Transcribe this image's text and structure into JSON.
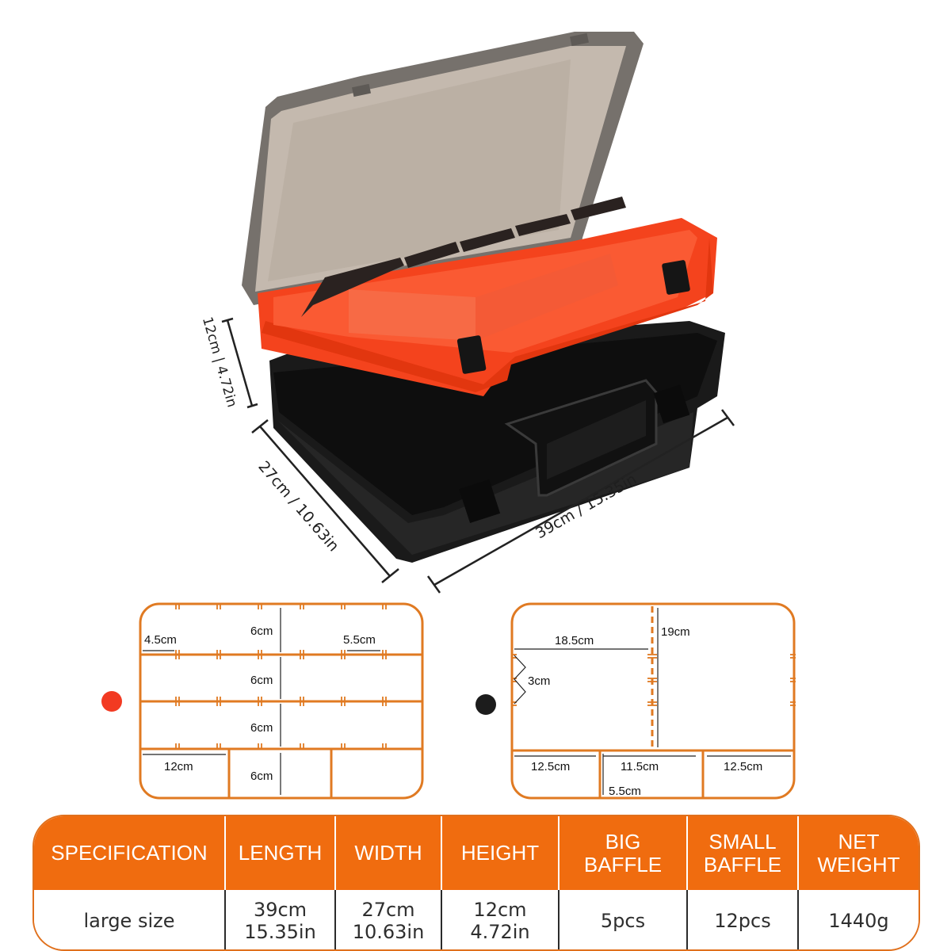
{
  "product_photo": {
    "description": "open double-layer tackle box: smoky clear lid, orange top tray with black dividers, black bottom case with handle",
    "colors": {
      "tray": "#f4431d",
      "base": "#1b1b1b",
      "lid": "#b7aca2",
      "lid_frame": "#6f6b67"
    },
    "dimensions": {
      "height": "12cm | 4.72in",
      "width": "27cm / 10.63in",
      "length": "39cm / 15.35in"
    }
  },
  "diagrams": {
    "top_tray": {
      "indicator_color": "#f23a22",
      "border_color": "#e07a22",
      "labels": {
        "row1_height": "6cm",
        "row2_height": "6cm",
        "row3_height": "6cm",
        "row4_height": "6cm",
        "left_slot_width": "4.5cm",
        "right_slot_width": "5.5cm",
        "bottom_left_width": "12cm"
      }
    },
    "bottom_case": {
      "indicator_color": "#1c1c1c",
      "border_color": "#e07a22",
      "labels": {
        "left_width": "18.5cm",
        "divider_height": "19cm",
        "slot_spacing": "3cm",
        "bottom_left_width": "12.5cm",
        "bottom_mid_width": "11.5cm",
        "bottom_right_width": "12.5cm",
        "bottom_height": "5.5cm"
      }
    }
  },
  "spec_table": {
    "header_color": "#f06c0f",
    "headers": [
      "SPECIFICATION",
      "LENGTH",
      "WIDTH",
      "HEIGHT",
      "BIG\nBAFFLE",
      "SMALL\nBAFFLE",
      "NET\nWEIGHT"
    ],
    "rows": [
      [
        "large size",
        "39cm\n15.35in",
        "27cm\n10.63in",
        "12cm\n4.72in",
        "5pcs",
        "12pcs",
        "1440g"
      ]
    ]
  }
}
